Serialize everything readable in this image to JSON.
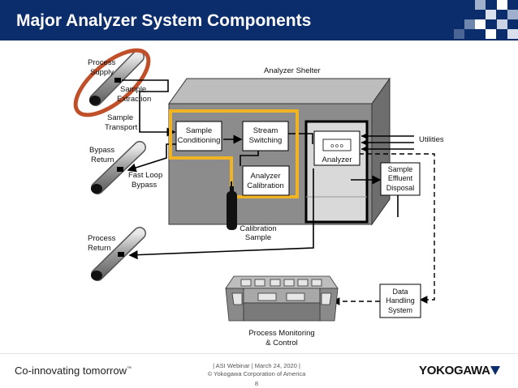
{
  "slide": {
    "title": "Major Analyzer System Components",
    "footer_tagline": "Co-innovating tomorrow",
    "footer_tm": "™",
    "footer_webinar": "| ASI Webinar | March 24, 2020 |",
    "footer_copyright": "© Yokogawa Corporation of America",
    "page_number": "8",
    "brand": "YOKOGAWA"
  },
  "colors": {
    "title_bar": "#0b2d6b",
    "highlight_circle": "#c0502a",
    "highlight_path": "#f0b323",
    "shelter": "#8c8c8c"
  },
  "labels": {
    "process_supply": [
      "Process",
      "Supply"
    ],
    "sample_extraction": [
      "Sample",
      "Extraction"
    ],
    "sample_transport": [
      "Sample",
      "Transport"
    ],
    "bypass_return": [
      "Bypass",
      "Return"
    ],
    "fast_loop_bypass": [
      "Fast Loop",
      "Bypass"
    ],
    "process_return": [
      "Process",
      "Return"
    ],
    "analyzer_shelter": "Analyzer Shelter",
    "sample_conditioning": [
      "Sample",
      "Conditioning"
    ],
    "stream_switching": [
      "Stream",
      "Switching"
    ],
    "analyzer_calibration": [
      "Analyzer",
      "Calibration"
    ],
    "analyzer": "Analyzer",
    "analyzer_dots": "o o o",
    "utilities": "Utilities",
    "sample_effluent_disposal": [
      "Sample",
      "Effluent",
      "Disposal"
    ],
    "calibration_sample": [
      "Calibration",
      "Sample"
    ],
    "data_handling_system": [
      "Data",
      "Handling",
      "System"
    ],
    "process_monitoring_control": [
      "Process Monitoring",
      "& Control"
    ]
  }
}
